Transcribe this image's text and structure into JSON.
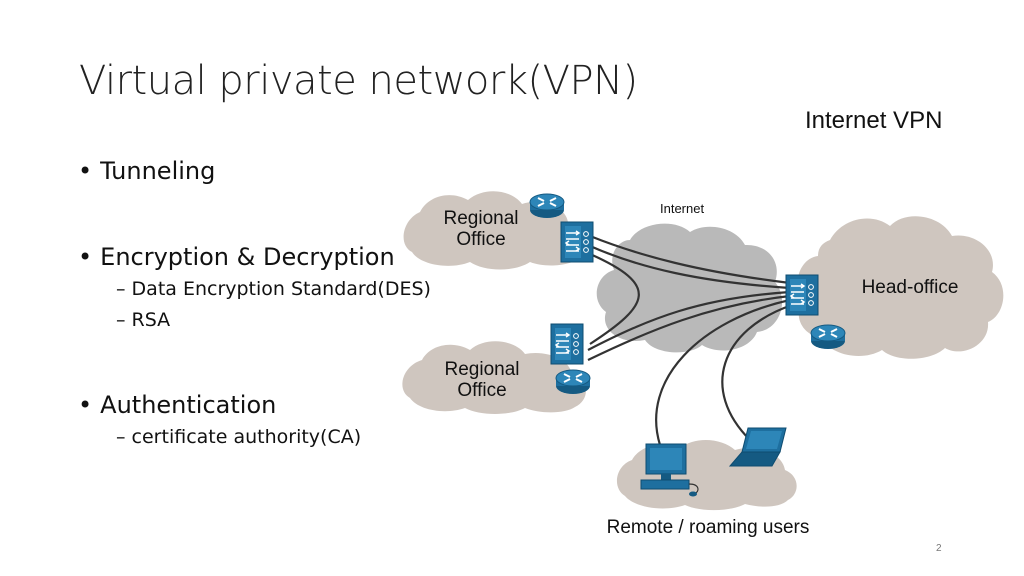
{
  "slide": {
    "title": "Virtual private network(VPN)",
    "number": "2"
  },
  "bullets": {
    "tunneling": "Tunneling",
    "encryption": "Encryption & Decryption",
    "des": "Data Encryption Standard(DES)",
    "rsa": "RSA",
    "authentication": "Authentication",
    "ca": "certificate authority(CA)"
  },
  "diagram": {
    "heading": "Internet VPN",
    "internet_label": "Internet",
    "regional_office_line1": "Regional",
    "regional_office_line2": "Office",
    "head_office_label": "Head-office",
    "remote_users_label": "Remote / roaming users",
    "colors": {
      "cloud_fill": "#cfc6bf",
      "internet_fill": "#b9b9b9",
      "device_blue": "#1e6f9f",
      "link": "#333333"
    }
  }
}
